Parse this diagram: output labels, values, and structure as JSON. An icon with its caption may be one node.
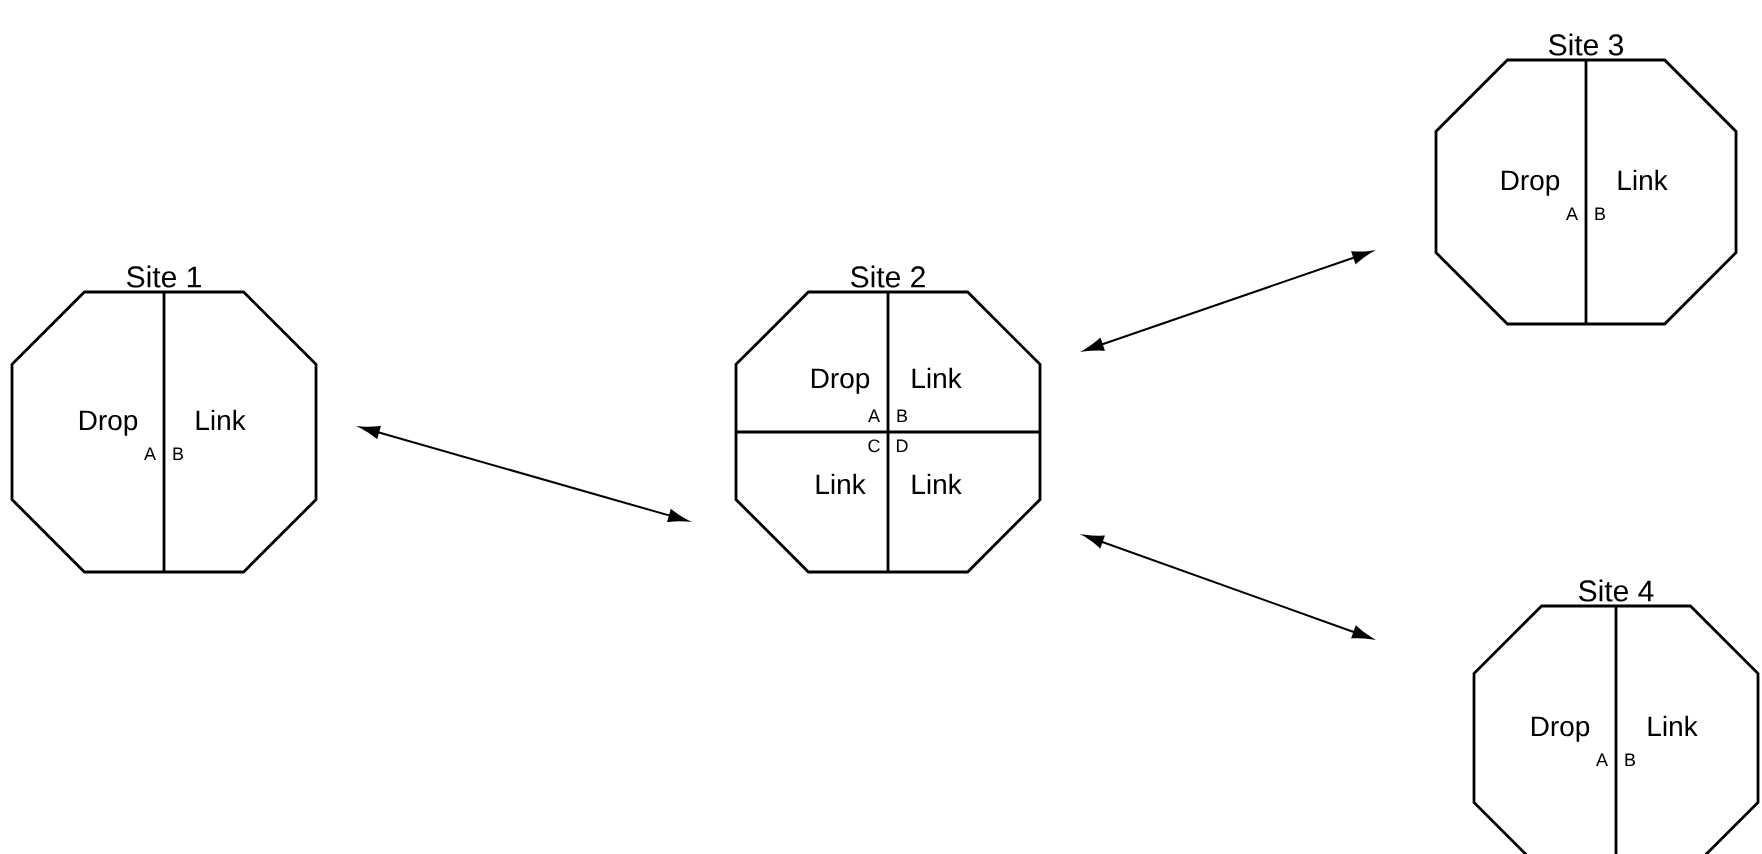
{
  "diagram": {
    "nodes": [
      {
        "text": [
          "Site 1",
          "Drop",
          "Link",
          "A",
          "B"
        ]
      },
      {
        "text": [
          "Site 2",
          "Drop",
          "Link",
          "A",
          "B",
          "C",
          "D",
          "Link",
          "Link"
        ]
      },
      {
        "text": [
          "Site 3",
          "Drop",
          "Link",
          "A",
          "B"
        ]
      },
      {
        "text": [
          "Site 4",
          "Drop",
          "Link",
          "A",
          "B"
        ]
      }
    ],
    "edges": [
      {
        "from": 0,
        "to": 1,
        "arrow": "both"
      },
      {
        "from": 1,
        "to": 2,
        "arrow": "both"
      },
      {
        "from": 1,
        "to": 3,
        "arrow": "both"
      }
    ]
  }
}
